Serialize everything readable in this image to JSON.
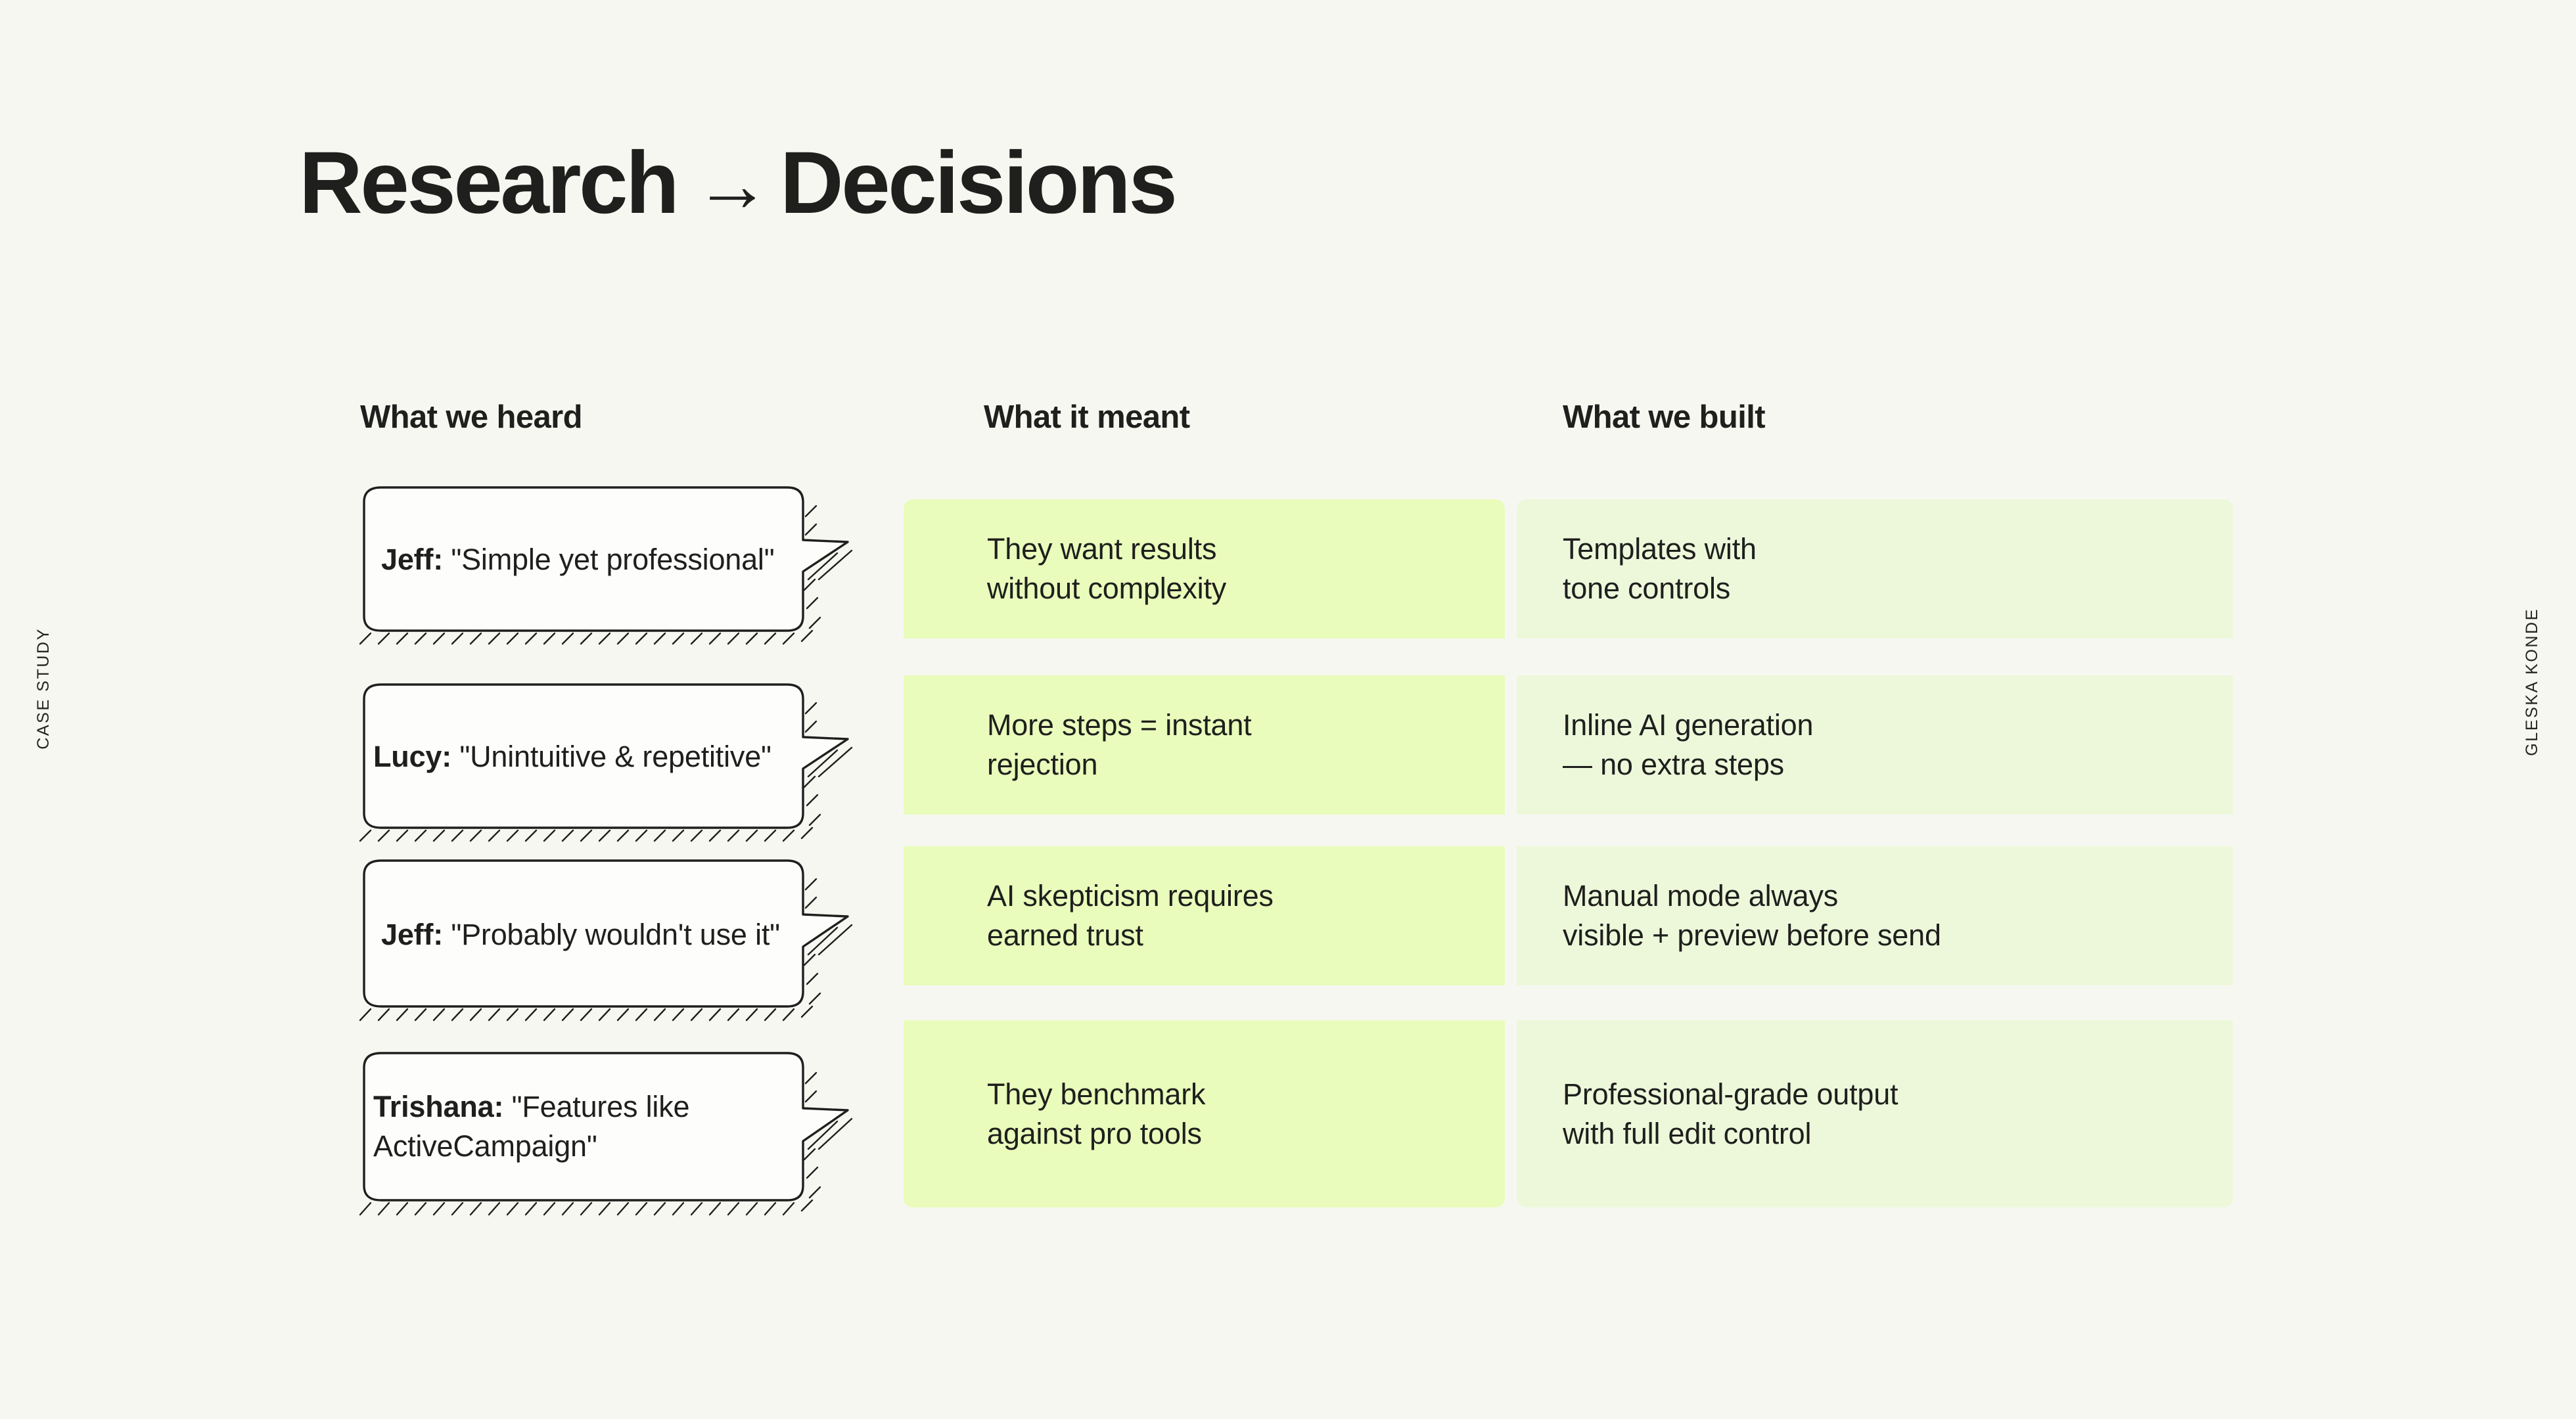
{
  "page": {
    "background_color": "#f7f7f2",
    "text_color": "#1f1f1d",
    "left_label": "CASE STUDY",
    "right_label": "GLESKA KONDE"
  },
  "title": {
    "before": "Research",
    "arrow": "→",
    "after": "Decisions"
  },
  "columns": {
    "heard": "What we heard",
    "meant": "What it meant",
    "built": "What we built"
  },
  "colors": {
    "card_meant": "#e9fcbc",
    "card_built": "#edf8db",
    "bubble_fill": "#fdfdfb",
    "bubble_stroke": "#1f1f1d"
  },
  "rows": [
    {
      "speaker": "Jeff:",
      "quote": "\"Simple yet professional\"",
      "meant": "They want results\nwithout complexity",
      "built": "Templates with\ntone controls"
    },
    {
      "speaker": "Lucy:",
      "quote": "\"Unintuitive & repetitive\"",
      "meant": "More steps = instant\nrejection",
      "built": "Inline AI generation\n— no extra steps"
    },
    {
      "speaker": "Jeff:",
      "quote": "\"Probably wouldn't use it\"",
      "meant": "AI skepticism requires\nearned trust",
      "built": "Manual mode always\nvisible + preview before send"
    },
    {
      "speaker": "Trishana:",
      "quote": "\"Features like ActiveCampaign\"",
      "meant": "They benchmark\nagainst pro tools",
      "built": "Professional-grade output\nwith full edit control"
    }
  ]
}
